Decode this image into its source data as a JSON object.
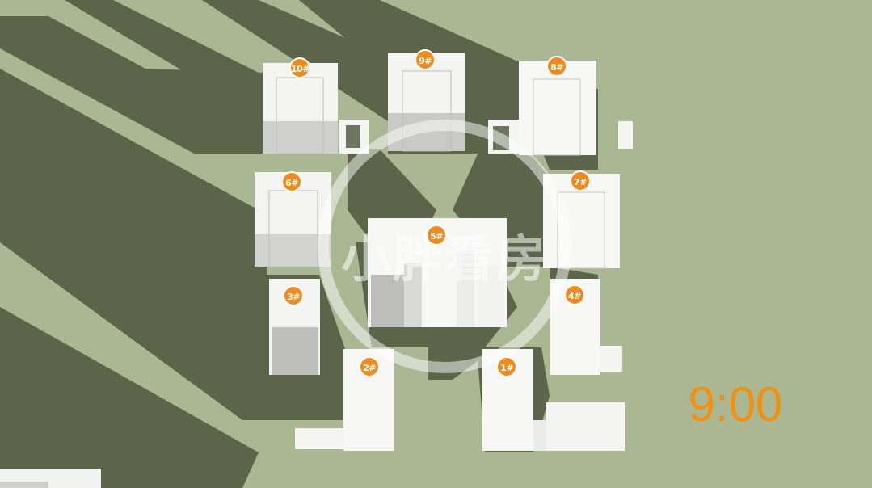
{
  "time": "9:00",
  "colors": {
    "ground": "#a9b893",
    "shadow": "#5c6449",
    "building": "#f4f4f2",
    "badge": "#f08a1c",
    "time": "#f5900f"
  },
  "buildings": [
    {
      "id": "b10",
      "label": "10#"
    },
    {
      "id": "b9",
      "label": "9#"
    },
    {
      "id": "b8",
      "label": "8#"
    },
    {
      "id": "b6",
      "label": "6#"
    },
    {
      "id": "b7",
      "label": "7#"
    },
    {
      "id": "b5",
      "label": "5#"
    },
    {
      "id": "b3",
      "label": "3#"
    },
    {
      "id": "b4",
      "label": "4#"
    },
    {
      "id": "b2",
      "label": "2#"
    },
    {
      "id": "b1",
      "label": "1#"
    }
  ],
  "watermark": {
    "text": "小胖看房"
  }
}
